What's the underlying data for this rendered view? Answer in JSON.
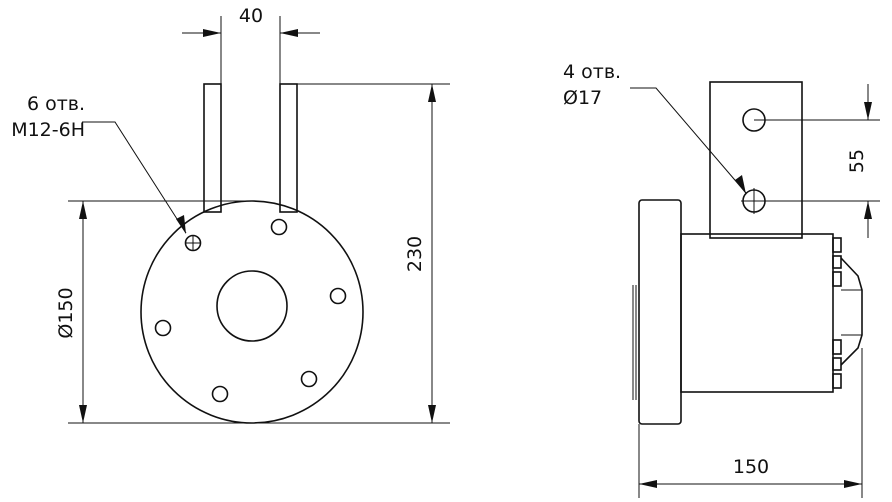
{
  "front_view": {
    "dim_tab_spacing": "40",
    "dim_total_height": "230",
    "dim_flange_diameter": "Ø150",
    "threaded_holes_count": "6 отв.",
    "threaded_holes_spec": "M12-6H"
  },
  "side_view": {
    "mount_holes_count": "4 отв.",
    "mount_holes_diameter": "Ø17",
    "dim_hole_spacing": "55",
    "dim_total_depth": "150"
  }
}
